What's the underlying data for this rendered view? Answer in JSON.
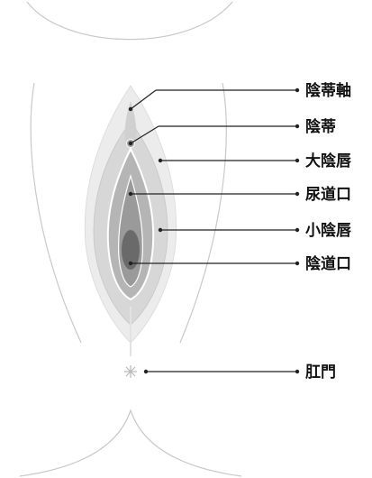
{
  "labels": {
    "clitoral_hood": "陰蒂軸",
    "clitoris": "陰蒂",
    "labia_majora": "大陰唇",
    "urethral_opening": "尿道口",
    "labia_minora": "小陰唇",
    "vaginal_opening": "陰道口",
    "anus": "肛門"
  },
  "colors": {
    "outline": "#c9c9c9",
    "outer_fill": "#ececec",
    "labia_majora_fill": "#d7d7d7",
    "labia_minora_fill": "#b5b5b5",
    "inner_fill": "#9a9a9a",
    "opening_fill": "#6a6a6a",
    "leader_lines": "#222222"
  }
}
